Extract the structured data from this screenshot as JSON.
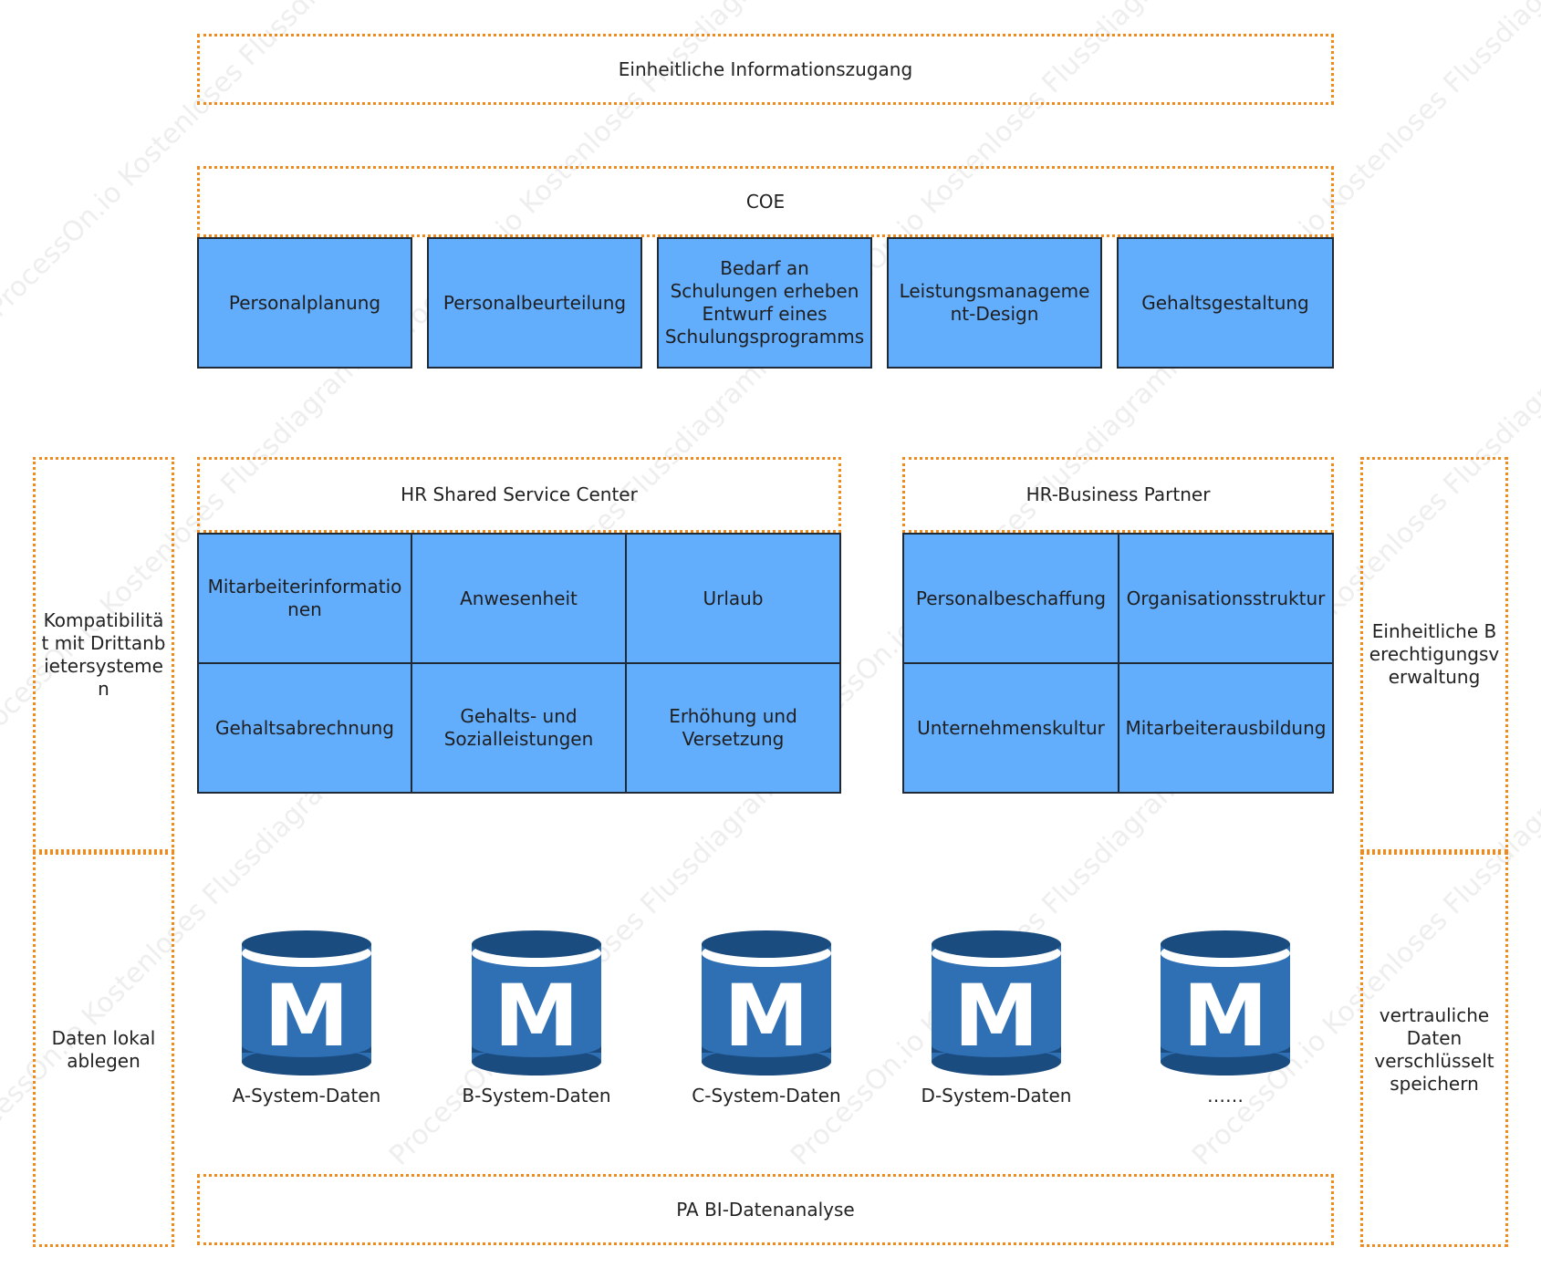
{
  "top": {
    "access_label": "Einheitliche Informationszugang",
    "coe_label": "COE"
  },
  "coe_items": [
    "Personalplanung",
    "Personalbeurteilung",
    "Bedarf an Schulungen erheben Entwurf eines Schulungsprogramms",
    "Leistungsmanagement-Design",
    "Gehaltsgestaltung"
  ],
  "sidebars": {
    "left_top": "Kompatibilität mit Drittanbietersystemen",
    "left_bottom": "Daten lokal ablegen",
    "right_top": "Einheitliche Berechtigungsverwaltung",
    "right_bottom": "vertrauliche Daten verschlüsselt speichern"
  },
  "ssc": {
    "title": "HR Shared Service Center",
    "items": [
      "Mitarbeiterinformationen",
      "Anwesenheit",
      "Urlaub",
      "Gehaltsabrechnung",
      "Gehalts- und Sozialleistungen",
      "Erhöhung und Versetzung"
    ]
  },
  "hrbp": {
    "title": "HR-Business Partner",
    "items": [
      "Personalbeschaffung",
      "Organisationsstruktur",
      "Unternehmenskultur",
      "Mitarbeiterausbildung"
    ]
  },
  "databases": {
    "icon_letter": "M",
    "items": [
      "A-System-Daten",
      "B-System-Daten",
      "C-System-Daten",
      "D-System-Daten",
      "……"
    ]
  },
  "bottom": {
    "bi_label": "PA BI-Datenanalyse"
  },
  "watermark": "ProcessOn.io Kostenloses Flussdiagramm",
  "colors": {
    "box_fill": "#63adfd",
    "box_border": "#1f2a36",
    "frame_dotted": "#f08a1c",
    "db_blue": "#2f70b5",
    "db_dark": "#1b4c80"
  }
}
